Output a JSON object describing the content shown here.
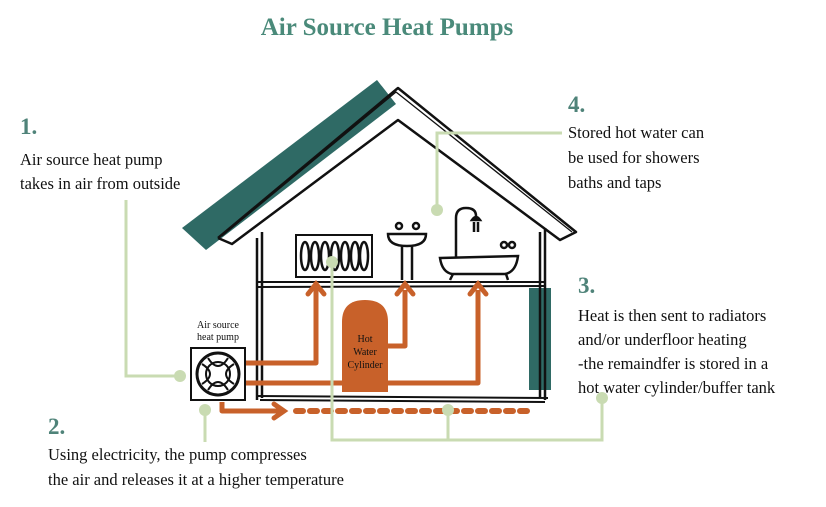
{
  "title": "Air Source Heat Pumps",
  "colors": {
    "teal": "#2f6a65",
    "title": "#4a8a7a",
    "orange": "#c8612a",
    "leader": "#c9dbb2"
  },
  "steps": [
    {
      "number": "1.",
      "lines": [
        "Air source heat pump",
        "takes in air from outside"
      ]
    },
    {
      "number": "2.",
      "lines": [
        "Using electricity, the pump compresses",
        "the air and releases it at a higher temperature"
      ]
    },
    {
      "number": "3.",
      "lines": [
        "Heat is then sent to radiators",
        "and/or underfloor heating",
        "-the remaindfer is stored in a",
        "hot water cylinder/buffer tank"
      ]
    },
    {
      "number": "4.",
      "lines": [
        "Stored hot water can",
        "be used for showers",
        "baths and taps"
      ]
    }
  ],
  "labels": {
    "pump": [
      "Air source",
      "heat pump"
    ],
    "cylinder": [
      "Hot",
      "Water",
      "Cylinder"
    ]
  }
}
